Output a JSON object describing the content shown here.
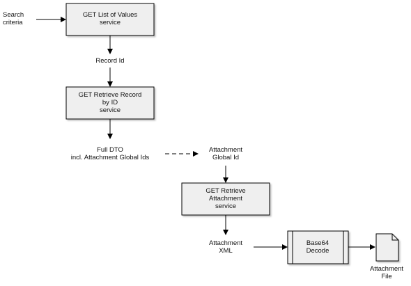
{
  "input": {
    "label_line1": "Search",
    "label_line2": "criteria"
  },
  "steps": {
    "list_values": {
      "line1": "GET List of Values",
      "line2": "service"
    },
    "record_id": {
      "label": "Record Id"
    },
    "retrieve_record": {
      "line1": "GET Retrieve Record",
      "line2": "by ID",
      "line3": "service"
    },
    "full_dto": {
      "line1": "Full DTO",
      "line2": "incl. Attachment Global Ids"
    },
    "attachment_global_id": {
      "line1": "Attachment",
      "line2": "Global Id"
    },
    "retrieve_attachment": {
      "line1": "GET Retrieve",
      "line2": "Attachment",
      "line3": "service"
    },
    "attachment_xml": {
      "line1": "Attachment",
      "line2": "XML"
    },
    "base64_decode": {
      "line1": "Base64",
      "line2": "Decode"
    },
    "attachment_file": {
      "line1": "Attachment",
      "line2": "File"
    }
  },
  "colors": {
    "box_fill": "#efefef",
    "stroke": "#000000"
  }
}
